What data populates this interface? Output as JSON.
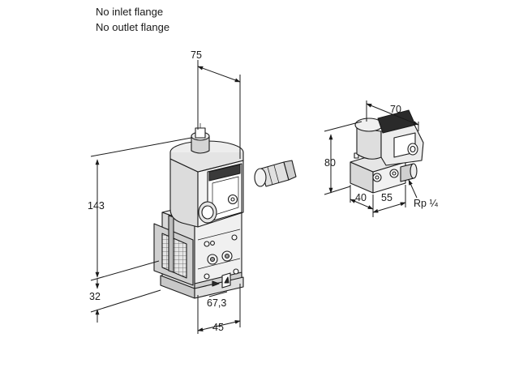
{
  "notes": {
    "inlet": "No inlet flange",
    "outlet": "No outlet flange"
  },
  "dimensions": {
    "main_width": "75",
    "main_height": "143",
    "main_bottom": "32",
    "main_depth": "67,3",
    "main_base": "45",
    "small_width": "70",
    "small_height": "80",
    "small_base_a": "40",
    "small_base_b": "55",
    "thread": "Rp ¼"
  },
  "colors": {
    "line": "#1a1a1a",
    "body_light": "#f2f2f2",
    "body_mid": "#dcdcdc",
    "body_dark": "#b8b8b8",
    "accent_dark": "#2a2a2a"
  }
}
